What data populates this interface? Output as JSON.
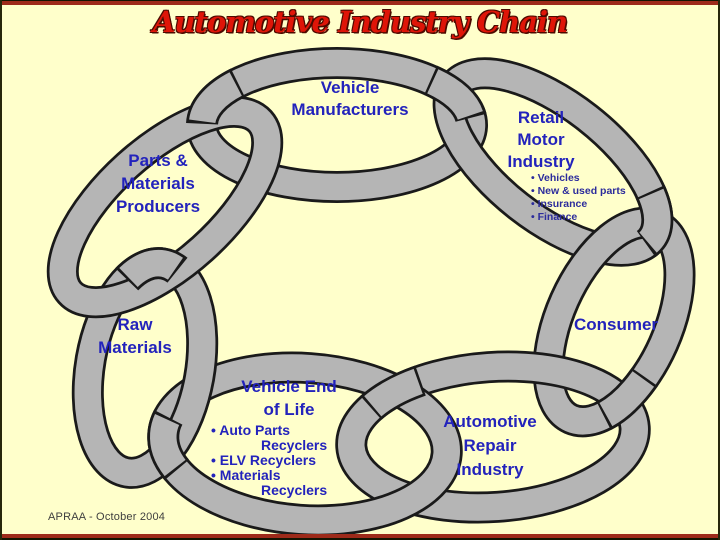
{
  "title": "Automotive Industry Chain",
  "footer": "APRAA - October 2004",
  "colors": {
    "background": "#FFFFCB",
    "title_red": "#DF1508",
    "label_blue": "#2323BC",
    "bullet_blue": "#2C2C9C",
    "chain_gray": "#B5B5B5",
    "chain_outline": "#1A1A1A",
    "border_maroon": "#9E2A1A"
  },
  "links": {
    "vehicle_manufacturers": {
      "line1": "Vehicle",
      "line2": "Manufacturers"
    },
    "retail": {
      "line1": "Retail",
      "line2": "Motor",
      "line3": "Industry",
      "bullets": [
        "• Vehicles",
        "• New & used parts",
        "• Insurance",
        "• Finance"
      ]
    },
    "consumer": {
      "label": "Consumer"
    },
    "repair": {
      "line1": "Automotive",
      "line2": "Repair",
      "line3": "Industry"
    },
    "veol": {
      "line1": "Vehicle End",
      "line2": "of Life",
      "items": [
        "•  Auto Parts",
        "Recyclers",
        "•  ELV Recyclers",
        "•  Materials",
        "Recyclers"
      ]
    },
    "raw": {
      "line1": "Raw",
      "line2": "Materials"
    },
    "parts": {
      "line1": "Parts &",
      "line2": "Materials",
      "line3": "Producers"
    }
  }
}
